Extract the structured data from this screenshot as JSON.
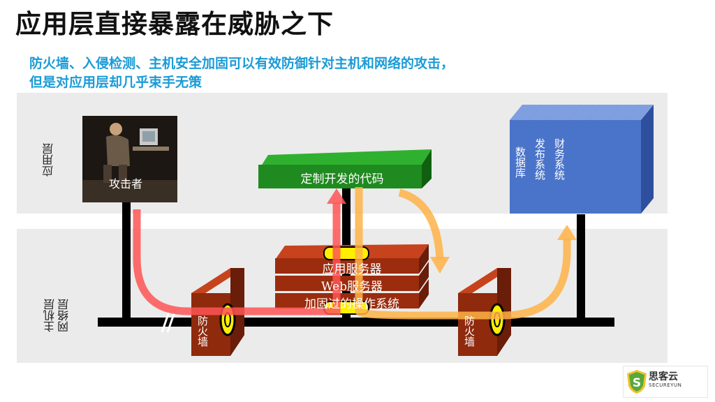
{
  "title": "应用层直接暴露在威胁之下",
  "subtitle": {
    "line1": "防火墙、入侵检测、主机安全加固可以有效防御针对主机和网络的攻击，",
    "line2": "但是对应用层却几乎束手无策"
  },
  "layers": {
    "app": "应用层",
    "net_line1": "网络层",
    "net_line2": "主机层"
  },
  "attacker": {
    "label": "攻击者"
  },
  "code_block": {
    "label": "定制开发的代码",
    "color": "#1f8a1f"
  },
  "servers": {
    "items": [
      "应用服务器",
      "Web服务器",
      "加固过的操作系统"
    ],
    "color": "#9b2c0e"
  },
  "firewalls": {
    "left": "防火墙",
    "right": "防火墙",
    "color": "#8f2a0d"
  },
  "backend": {
    "items": [
      "数据库",
      "发布系统",
      "财务系统"
    ],
    "color": "#4a74c9"
  },
  "logo": {
    "name": "思客云",
    "sub": "SECUREYUN"
  },
  "colors": {
    "attack_path": "#ff5555",
    "legit_path": "#ffb347",
    "subtitle": "#1a9bd6"
  }
}
